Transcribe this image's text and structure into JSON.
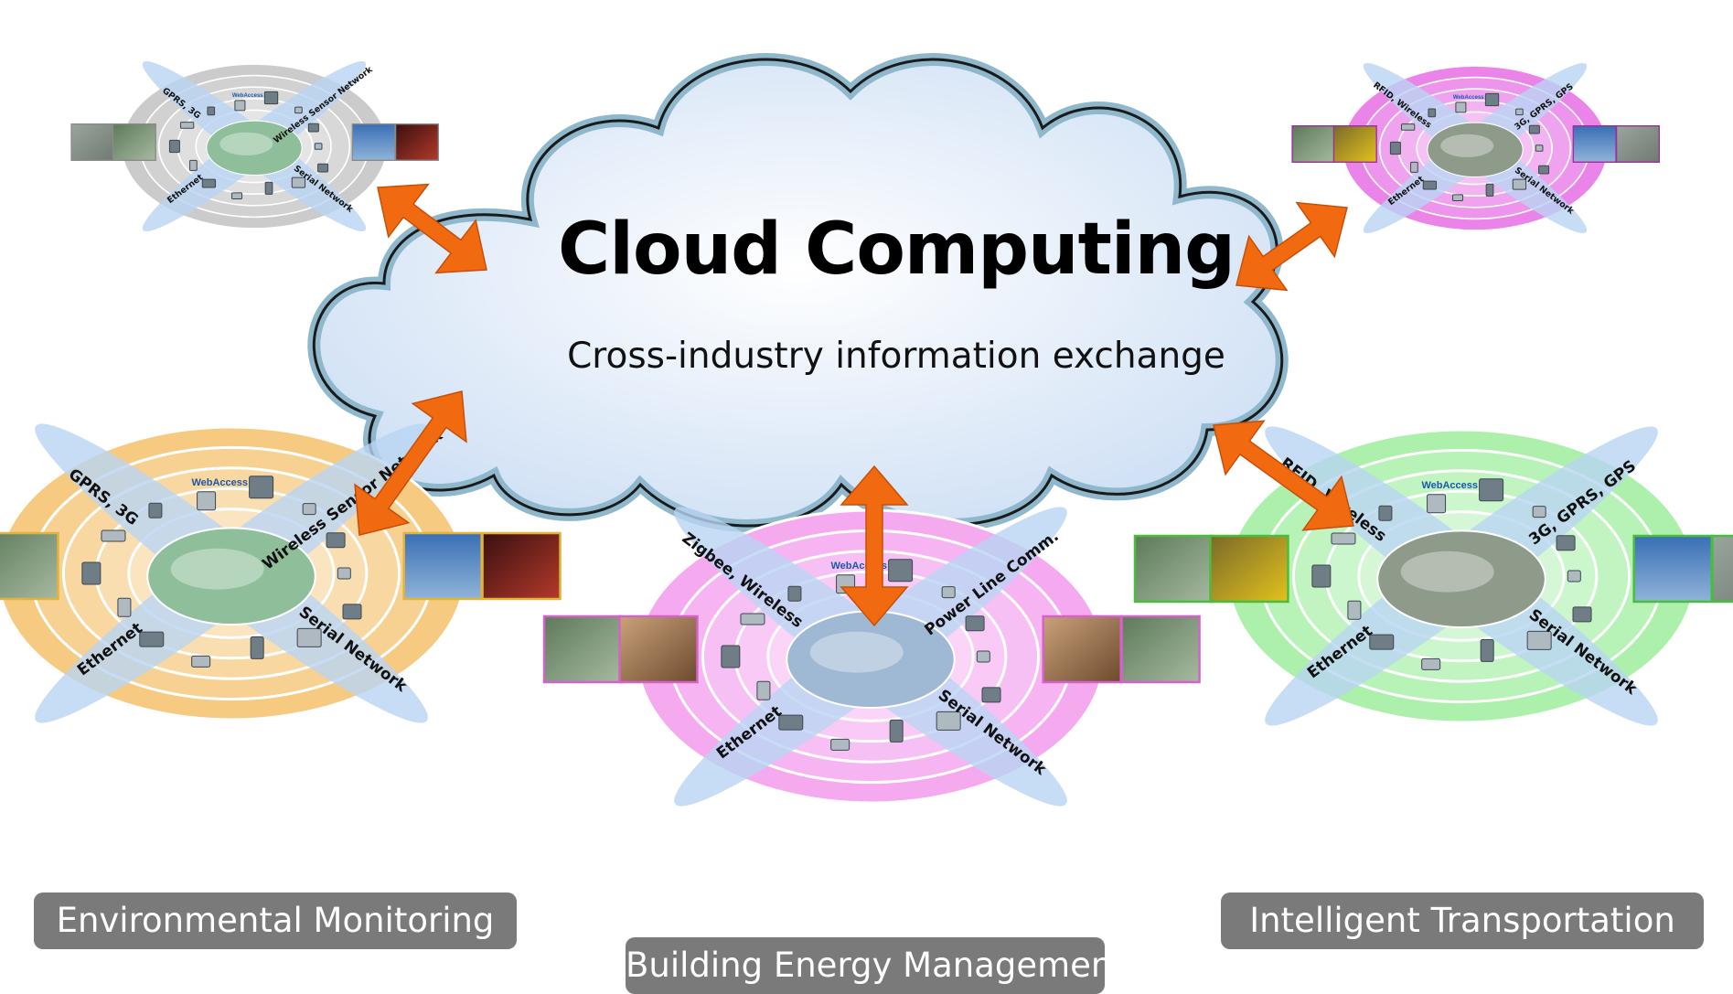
{
  "cloud": {
    "title": "Cloud Computing",
    "subtitle": "Cross-industry information exchange"
  },
  "clusters": {
    "environmental": {
      "caption": "Environmental Monitoring",
      "labels": [
        "GPRS, 3G",
        "Wireless Sensor Network",
        "Ethernet",
        "Serial Network"
      ],
      "color": "#f5c77a"
    },
    "building": {
      "caption": "Building Energy Management",
      "labels": [
        "Zigbee, Wireless",
        "Power Line Comm.",
        "Ethernet",
        "Serial Network"
      ],
      "color": "#f4a6ef"
    },
    "transport": {
      "caption": "Intelligent Transportation",
      "labels": [
        "RFID, Wireless",
        "3G, GPRS, GPS",
        "Ethernet",
        "Serial Network"
      ],
      "color": "#a8efa8"
    },
    "small_env": {
      "labels": [
        "GPRS, 3G",
        "Wireless Sensor Network",
        "Ethernet",
        "Serial Network"
      ],
      "color": "#c8c8c8"
    },
    "small_transport": {
      "labels": [
        "RFID, Wireless",
        "3G, GPRS, GPS",
        "Ethernet",
        "Serial Network"
      ],
      "color": "#e97ee8"
    }
  },
  "software_logo": "WebAccess",
  "arrow_color": "#f26a10",
  "cloud_fill": "#dde9f8",
  "cloud_outline": "#8fb8cc"
}
